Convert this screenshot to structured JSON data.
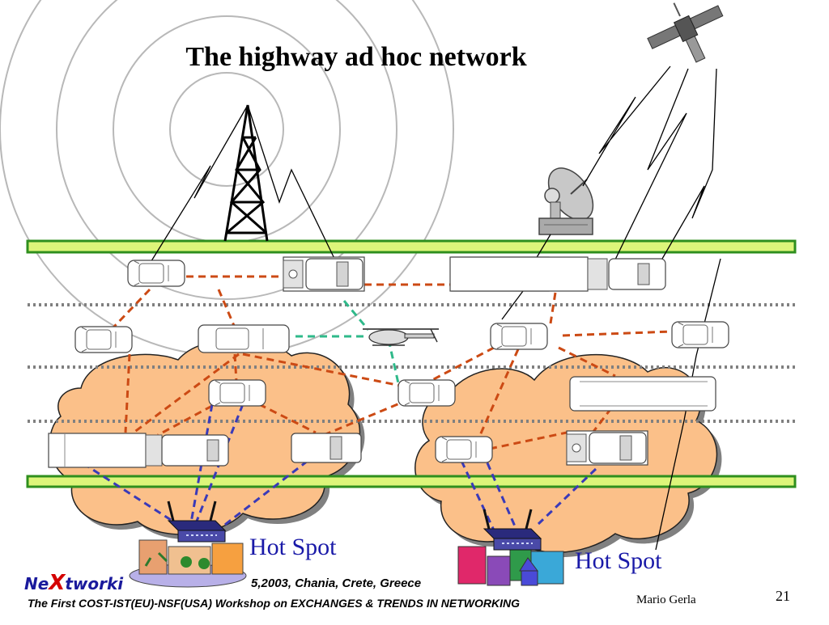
{
  "slide": {
    "title": "The highway ad hoc network",
    "hotspot_left_label": "Hot Spot",
    "hotspot_right_label": "Hot Spot",
    "page_number": "21",
    "author": "Mario Gerla"
  },
  "footer": {
    "brand_prefix": "Ne",
    "brand_x": "X",
    "brand_suffix": "tworki",
    "date_location": "5,2003, Chania, Crete, Greece",
    "workshop": "The First COST-IST(EU)-NSF(USA) Workshop on EXCHANGES & TRENDS IN NETWORKING"
  },
  "colors": {
    "highway_band": "#ddf57a",
    "highway_border": "#2f8f1e",
    "lane_divider": "#808080",
    "cloud_fill": "#fbc089",
    "cloud_shadow": "#808080",
    "vehicle_link": "#cc4a14",
    "helicopter_link": "#2fb98a",
    "hotspot_link": "#3a3ab8",
    "hotspot_text": "#1a1aa8",
    "brand_x": "#d40000"
  },
  "icons": [
    "cell-tower-icon",
    "satellite-icon",
    "satellite-dish-icon",
    "helicopter-icon",
    "wireless-router-icon",
    "beach-resort-icon",
    "city-buildings-icon",
    "car-icon",
    "truck-icon"
  ]
}
